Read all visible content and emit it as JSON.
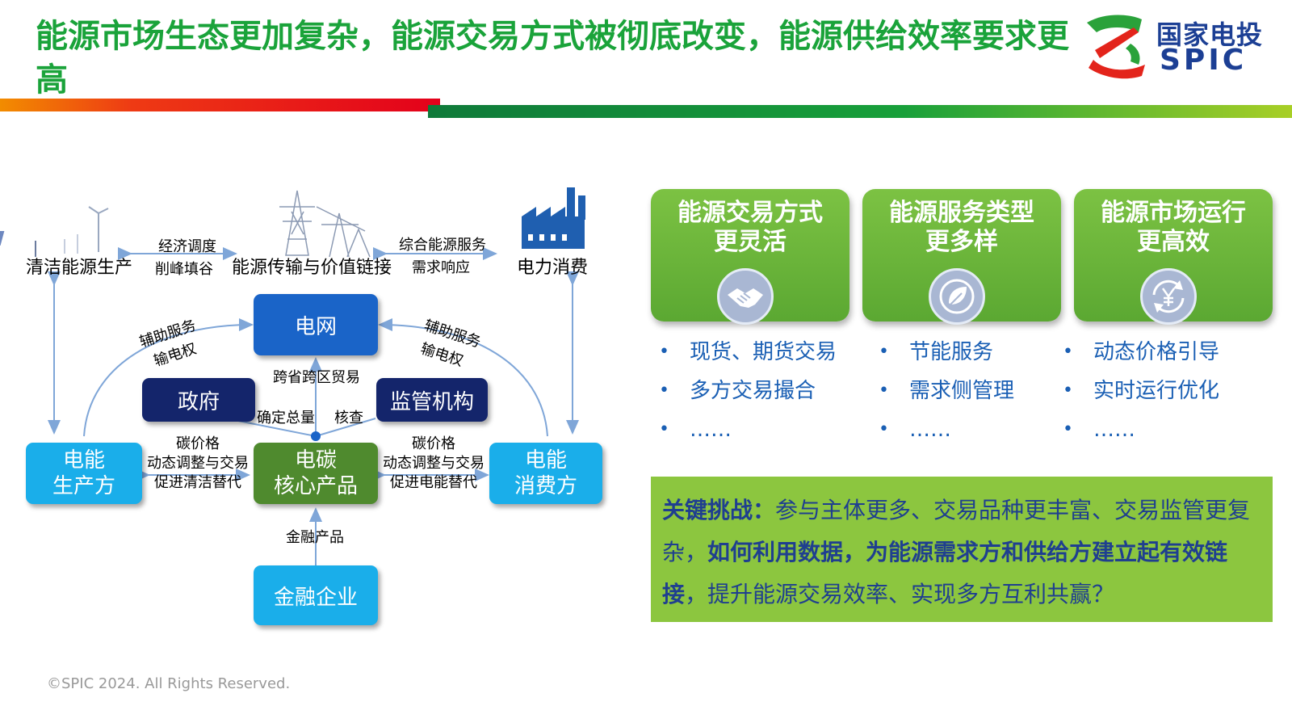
{
  "title": "能源市场生态更加复杂，能源交易方式被彻底改变，能源供给效率要求更高",
  "logo": {
    "cn": "国家电投",
    "en": "SPIC"
  },
  "diagram": {
    "top_nodes": {
      "clean_production": "清洁能源生产",
      "transmission": "能源传输与价值链接",
      "consumption": "电力消费"
    },
    "top_labels": {
      "left_1": "经济调度",
      "left_2": "削峰填谷",
      "right_1": "综合能源服务",
      "right_2": "需求响应"
    },
    "nodes": {
      "grid": "电网",
      "government": "政府",
      "regulator": "监管机构",
      "producer_1": "电能",
      "producer_2": "生产方",
      "core_1": "电碳",
      "core_2": "核心产品",
      "consumer_1": "电能",
      "consumer_2": "消费方",
      "finance": "金融企业"
    },
    "edge_labels": {
      "arc_left_1": "辅助服务",
      "arc_left_2": "输电权",
      "arc_right_1": "辅助服务",
      "arc_right_2": "输电权",
      "cross_region": "跨省跨区贸易",
      "total_amount": "确定总量",
      "inspect": "核查",
      "left_carbon_1": "碳价格",
      "left_carbon_2": "动态调整与交易",
      "left_carbon_3": "促进清洁替代",
      "right_carbon_1": "碳价格",
      "right_carbon_2": "动态调整与交易",
      "right_carbon_3": "促进电能替代",
      "financial_products": "金融产品"
    }
  },
  "cards": [
    {
      "title_1": "能源交易方式",
      "title_2": "更灵活",
      "icon": "handshake-icon",
      "bullets": [
        "现货、期货交易",
        "多方交易撮合",
        "……"
      ]
    },
    {
      "title_1": "能源服务类型",
      "title_2": "更多样",
      "icon": "leaf-icon",
      "bullets": [
        "节能服务",
        "需求侧管理",
        "……"
      ]
    },
    {
      "title_1": "能源市场运行",
      "title_2": "更高效",
      "icon": "yen-cycle-icon",
      "bullets": [
        "动态价格引导",
        "实时运行优化",
        "……"
      ]
    }
  ],
  "challenge": {
    "label": "关键挑战：",
    "text_1": "参与主体更多、交易品种更丰富、交易监管更复杂，",
    "bold": "如何利用数据，为能源需求方和供给方建立起有效链接",
    "text_2": "，提升能源交易效率、实现多方互利共赢？"
  },
  "copyright": "©SPIC 2024. All Rights Reserved.",
  "colors": {
    "title_green": "#1aa33a",
    "grid_blue": "#1a64c8",
    "navy": "#14256b",
    "cyan": "#1aaeea",
    "core_green": "#4f8a2e",
    "card_green": "#6db83a",
    "challenge_green": "#8cc63f",
    "bullet_blue": "#1a5fb4",
    "arrow_blue": "#7fa6d8"
  }
}
